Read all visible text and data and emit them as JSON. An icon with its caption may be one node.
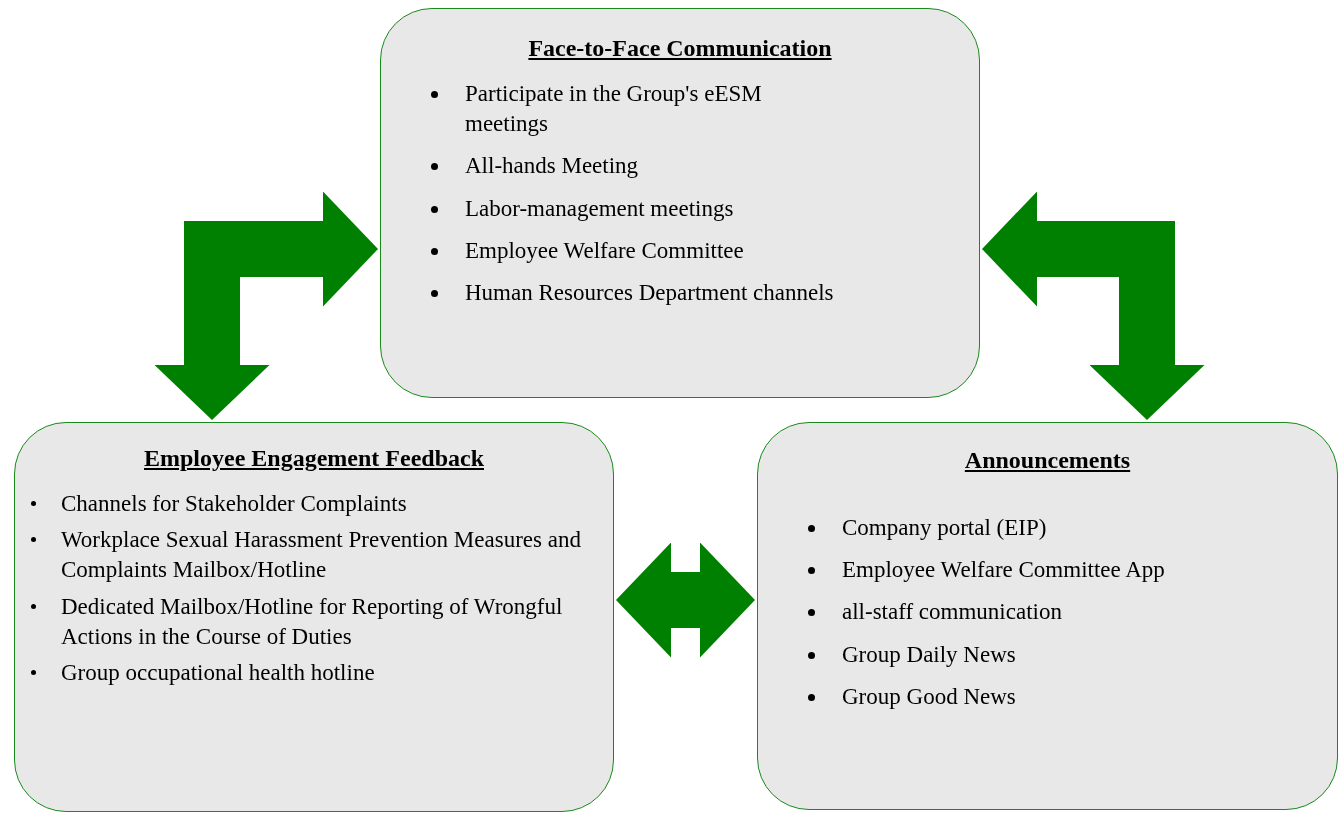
{
  "diagram": {
    "nodes": [
      {
        "text": [
          "Face-to-Face Communication",
          "Participate in the Group's eESM meetings",
          "All-hands Meeting",
          "Labor-management meetings",
          "Employee Welfare Committee",
          "Human Resources Department channels"
        ]
      },
      {
        "text": [
          "Employee Engagement Feedback",
          "Channels for Stakeholder Complaints",
          "Workplace Sexual Harassment Prevention Measures and Complaints Mailbox/Hotline",
          "Dedicated Mailbox/Hotline for Reporting of Wrongful Actions in the Course of Duties",
          "Group occupational health hotline"
        ]
      },
      {
        "text": [
          "Announcements",
          "Company portal (EIP)",
          "Employee Welfare Committee App",
          "all-staff communication",
          "Group Daily News",
          "Group Good News"
        ]
      }
    ],
    "edges": [
      {
        "from": 0,
        "to": 1,
        "arrow": "both"
      },
      {
        "from": 0,
        "to": 2,
        "arrow": "both"
      },
      {
        "from": 1,
        "to": 2,
        "arrow": "both"
      }
    ]
  }
}
